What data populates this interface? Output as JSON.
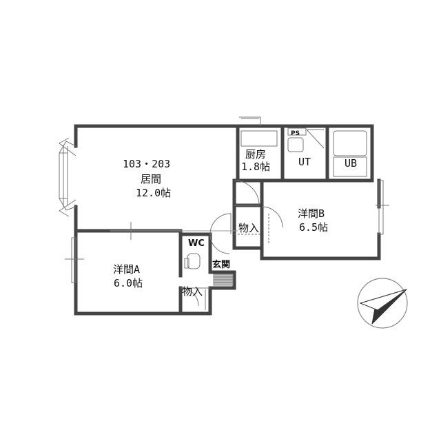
{
  "floorplan": {
    "unit_numbers": "103・203",
    "rooms": {
      "living": {
        "name": "居間",
        "size": "12.0帖"
      },
      "kitchen": {
        "name": "厨房",
        "size": "1.8帖"
      },
      "western_a": {
        "name": "洋間A",
        "size": "6.0帖"
      },
      "western_b": {
        "name": "洋間B",
        "size": "6.5帖"
      },
      "storage_1": {
        "name": "物入"
      },
      "storage_2": {
        "name": "物入"
      },
      "toilet": {
        "name": "WC"
      },
      "utility": {
        "name": "UT"
      },
      "bath": {
        "name": "UB"
      },
      "entrance": {
        "name": "玄関"
      },
      "pipe_space": {
        "name": "PS"
      }
    },
    "compass": {
      "icon": "compass-north-arrow-icon",
      "north_direction": "northeast"
    },
    "colors": {
      "wall": "#444444",
      "line": "#666666"
    }
  }
}
